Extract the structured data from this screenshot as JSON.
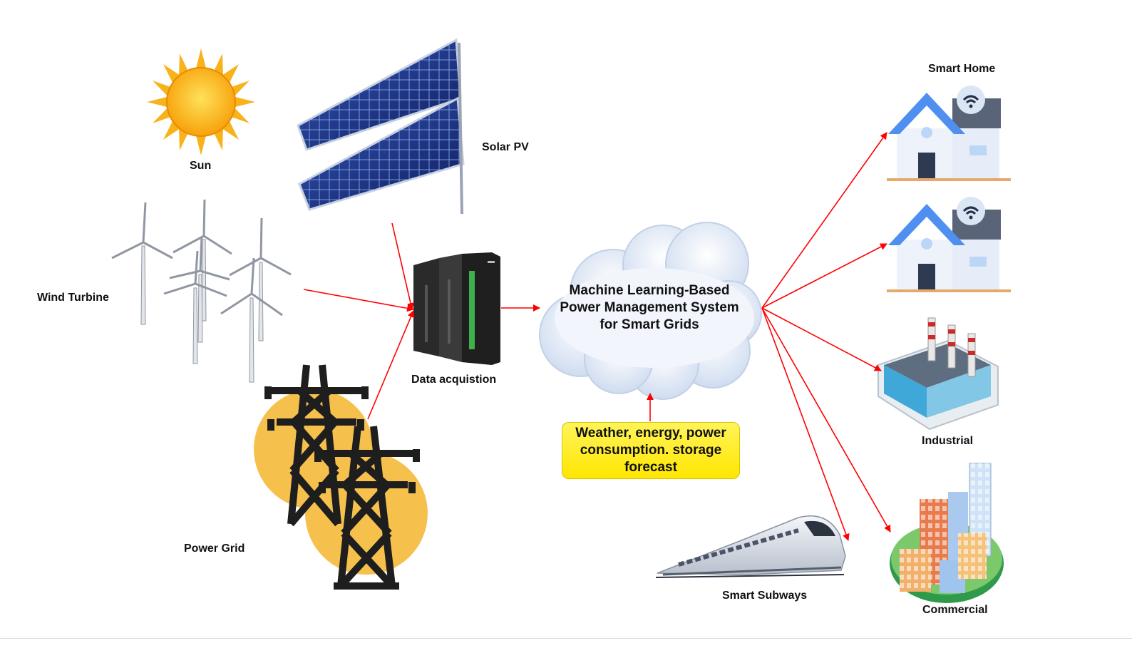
{
  "nodes": {
    "sun": "Sun",
    "solar_pv": "Solar PV",
    "wind_turbine": "Wind Turbine",
    "power_grid": "Power Grid",
    "data_acquisition": "Data acquistion",
    "smart_home": "Smart Home",
    "industrial": "Industrial",
    "commercial": "Commercial",
    "smart_subways": "Smart Subways"
  },
  "cloud": {
    "line1": "Machine Learning-Based",
    "line2": "Power Management System",
    "line3": "for Smart Grids"
  },
  "forecast": {
    "line1": "Weather, energy,  power",
    "line2": "consumption. storage",
    "line3": "forecast"
  },
  "colors": {
    "arrow": "#ff0000",
    "forecast_box": "#ffee00",
    "cloud": "#dfe7f4",
    "roof": "#4f8ff0",
    "tower_disc": "#f6c04d"
  }
}
